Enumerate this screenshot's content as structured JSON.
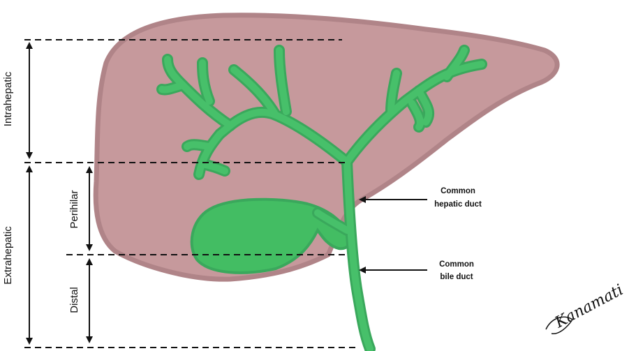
{
  "labels": {
    "intrahepatic": "Intrahepatic",
    "extrahepatic": "Extrahepatic",
    "perihilar": "Perihilar",
    "distal": "Distal",
    "common_hepatic_duct_line1": "Common",
    "common_hepatic_duct_line2": "hepatic duct",
    "common_bile_duct_line1": "Common",
    "common_bile_duct_line2": "bile duct"
  },
  "signature": "Kanamati",
  "colors": {
    "liver_fill": "#c6999c",
    "liver_edge": "#b08488",
    "duct_fill": "#47c06a",
    "duct_edge": "#3aa85c",
    "gallbladder": "#43bd63"
  }
}
